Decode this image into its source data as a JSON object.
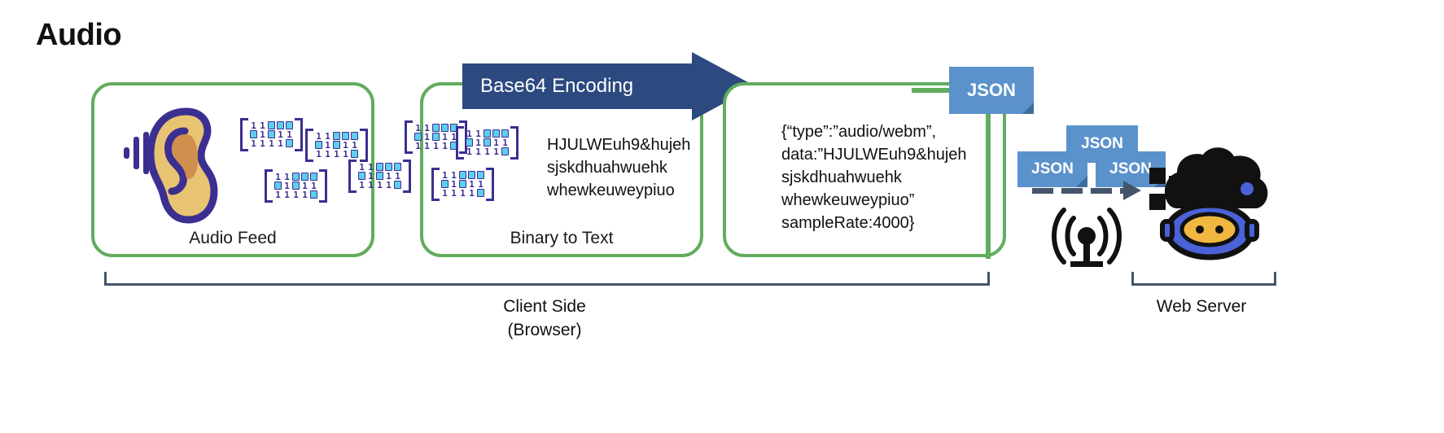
{
  "page": {
    "title": "Audio"
  },
  "colors": {
    "panel_border_green": "#62ac5e",
    "arrow_navy": "#2c4a80",
    "json_blue": "#5b92cb",
    "binary_purple": "#3b2f91",
    "binary_zero_cyan": "#5ecdf0",
    "bracket_slate": "#44556b",
    "ear_skin": "#e8c372",
    "ear_inner": "#d08f4f",
    "robot_blue": "#4a62d8"
  },
  "panels": [
    {
      "id": "audio-feed",
      "caption": "Audio Feed",
      "icons": [
        "ear-icon",
        "sound-wave-icon",
        "binary-matrix-icon"
      ]
    },
    {
      "id": "binary-to-text",
      "caption": "Binary to Text",
      "body_text": "HJULWEuh9&hujeh\nsjskdhuahwuehk\nwhewkeuweypiuo",
      "icons": [
        "binary-matrix-icon"
      ]
    },
    {
      "id": "json-payload",
      "caption": "",
      "body_text": "{“type”:”audio/webm”,\ndata:”HJULWEuh9&hujeh\nsjskdhuahwuehk\nwhewkeuweypiuo”\nsampleRate:4000}"
    }
  ],
  "arrow": {
    "label": "Base64 Encoding"
  },
  "json_tags": {
    "main": "JSON",
    "top": "JSON",
    "left": "JSON",
    "right": "JSON"
  },
  "binary_matrix": {
    "rows": [
      "11000",
      "01011",
      "11110"
    ]
  },
  "brackets": {
    "client_label": "Client Side\n(Browser)",
    "server_label": "Web Server"
  }
}
